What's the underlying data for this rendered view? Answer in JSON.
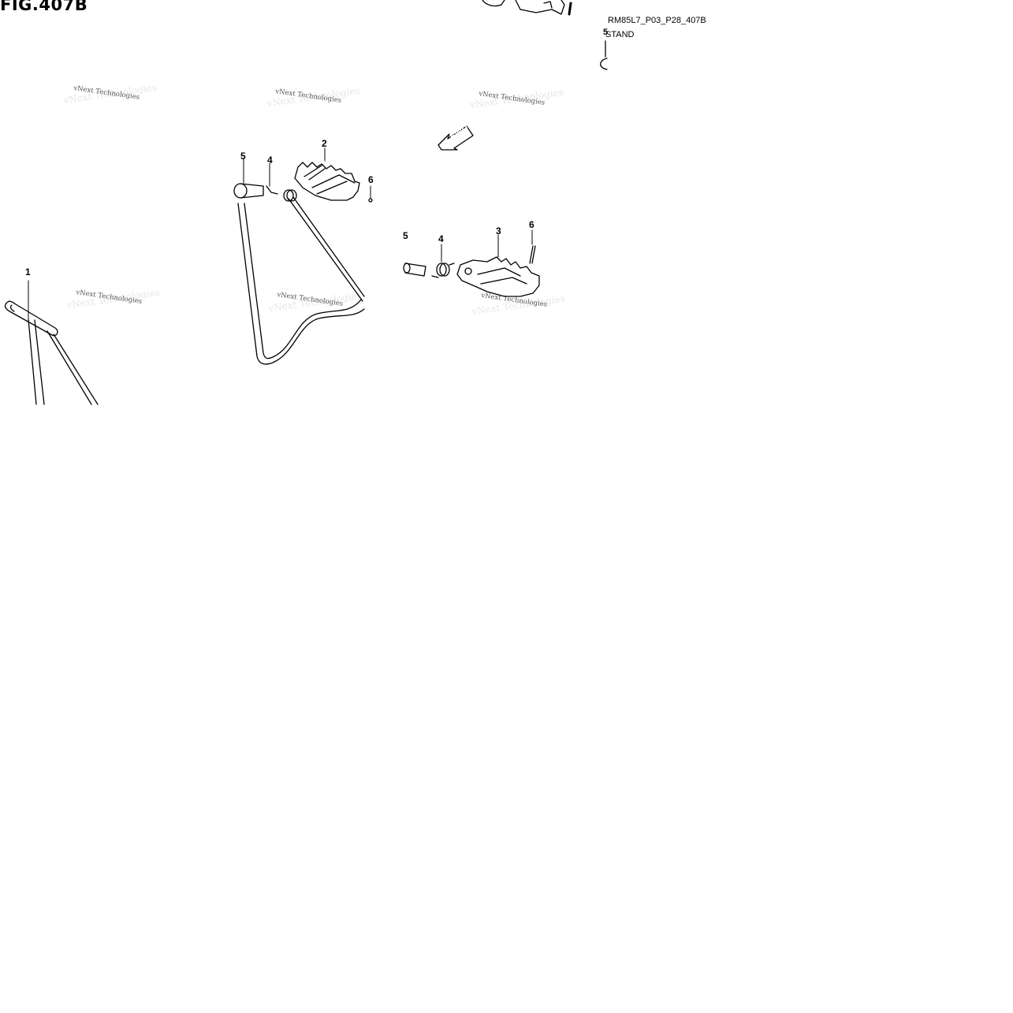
{
  "figure": {
    "title": "FIG.407B",
    "code": "RM85L7_P03_P28_407B",
    "group_label": "STAND",
    "group_label_num": "5"
  },
  "callouts": [
    {
      "id": "c1",
      "label": "1"
    },
    {
      "id": "c2",
      "label": "2"
    },
    {
      "id": "c3",
      "label": "3"
    },
    {
      "id": "c4a",
      "label": "4"
    },
    {
      "id": "c4b",
      "label": "4"
    },
    {
      "id": "c5a",
      "label": "5"
    },
    {
      "id": "c5b",
      "label": "5"
    },
    {
      "id": "c6a",
      "label": "6"
    },
    {
      "id": "c6b",
      "label": "6"
    }
  ],
  "fwd_label": "FWD",
  "watermark": "vNext Technologies",
  "colors": {
    "line": "#000000",
    "background": "#ffffff",
    "watermark": "#555555"
  }
}
